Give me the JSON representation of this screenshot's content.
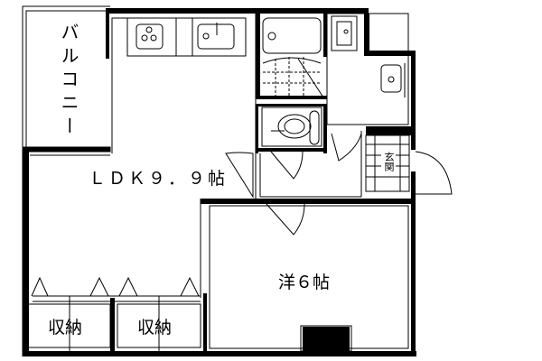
{
  "floorplan": {
    "rooms": {
      "balcony": "バルコニー",
      "ldk": "ＬＤＫ９．９帖",
      "bedroom": "洋６帖",
      "storage_1": "収納",
      "storage_2": "収納",
      "entrance": "玄関"
    },
    "colors": {
      "wall": "#000000",
      "background": "#ffffff"
    }
  }
}
